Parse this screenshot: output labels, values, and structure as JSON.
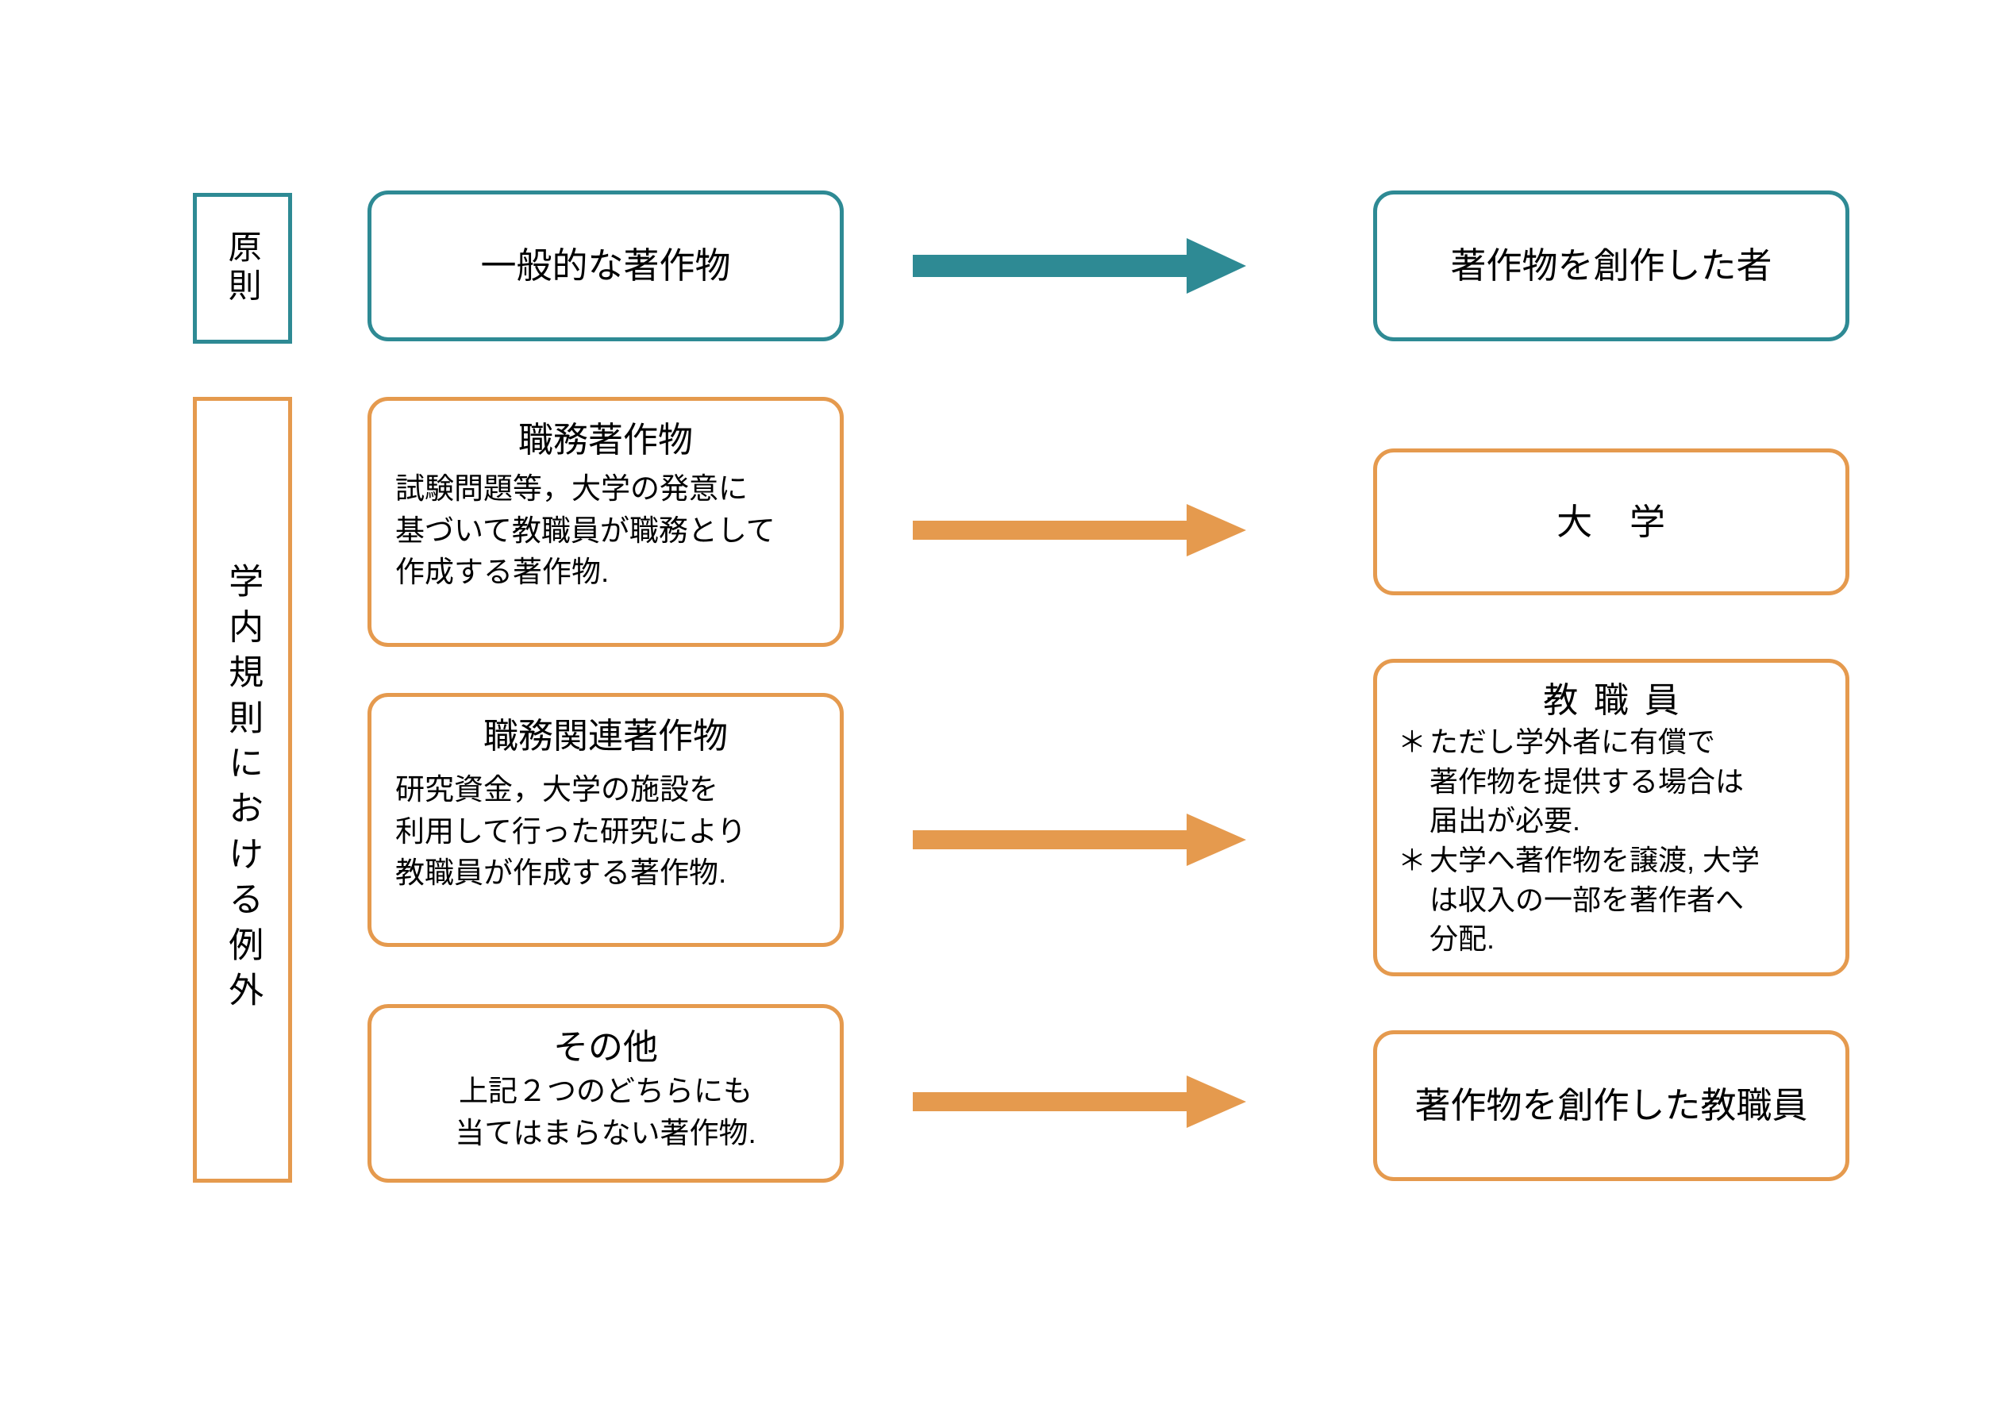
{
  "colors": {
    "teal": "#2E8A94",
    "orange": "#E59A4E",
    "text": "#000000",
    "background": "#FFFFFF"
  },
  "categories": [
    {
      "id": "principle",
      "label": "原則",
      "accent": "#2E8A94"
    },
    {
      "id": "exception",
      "label": "学内規則における例外",
      "accent": "#E59A4E"
    }
  ],
  "rows": [
    {
      "id": "general-work",
      "accent": "#2E8A94",
      "source": {
        "title": "一般的な著作物",
        "body": ""
      },
      "arrow": {
        "color": "#2E8A94",
        "direction": "right"
      },
      "target": {
        "title": "著作物を創作した者",
        "notes": []
      }
    },
    {
      "id": "work-for-hire",
      "accent": "#E59A4E",
      "source": {
        "title": "職務著作物",
        "body": "試験問題等，大学の発意に\n基づいて教職員が職務として\n作成する著作物."
      },
      "arrow": {
        "color": "#E59A4E",
        "direction": "right"
      },
      "target": {
        "title": "大　学",
        "notes": []
      }
    },
    {
      "id": "work-related",
      "accent": "#E59A4E",
      "source": {
        "title": "職務関連著作物",
        "body": "研究資金，大学の施設を\n利用して行った研究により\n教職員が作成する著作物."
      },
      "arrow": {
        "color": "#E59A4E",
        "direction": "right"
      },
      "target": {
        "title": "教職員",
        "notes": [
          {
            "marker": "＊",
            "text": "ただし学外者に有償で\n著作物を提供する場合は\n届出が必要."
          },
          {
            "marker": "＊",
            "text": "大学へ著作物を譲渡, 大学\nは収入の一部を著作者へ\n分配."
          }
        ]
      }
    },
    {
      "id": "other",
      "accent": "#E59A4E",
      "source": {
        "title": "その他",
        "body": "上記２つのどちらにも\n当てはまらない著作物."
      },
      "arrow": {
        "color": "#E59A4E",
        "direction": "right"
      },
      "target": {
        "title": "著作物を創作した教職員",
        "notes": []
      }
    }
  ]
}
